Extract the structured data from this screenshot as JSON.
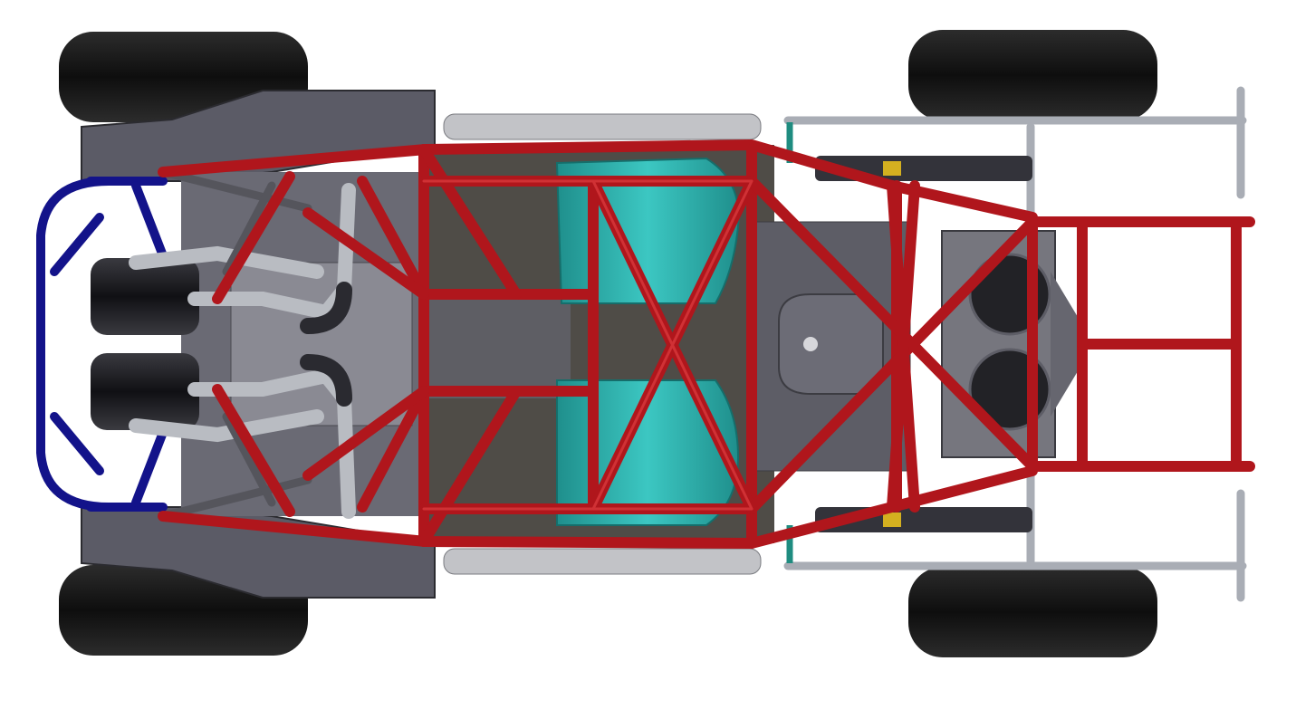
{
  "colors": {
    "background": "#ffffff",
    "tire": "#1a1a1a",
    "roll_cage": "#b0161c",
    "roll_cage_highlight": "#d8383c",
    "rear_bumper": "#13138a",
    "body_panel": "#595963",
    "floor_pan": "#4d4a45",
    "seat": "#2bb3b0",
    "pipe_silver": "#b9bcc2",
    "air_filter": "#1e1e22",
    "front_tube": "#a9adb5",
    "accent_yellow": "#d4b020",
    "accent_teal": "#1f8c80"
  },
  "components": {
    "tires": [
      "rear-left-tire",
      "rear-right-tire",
      "front-left-tire",
      "front-right-tire"
    ],
    "seats": [
      "driver-seat",
      "passenger-seat"
    ],
    "air_filters": [
      "air-filter-upper",
      "air-filter-lower"
    ],
    "radiator_fans": [
      "radiator-fan-upper",
      "radiator-fan-lower"
    ]
  }
}
